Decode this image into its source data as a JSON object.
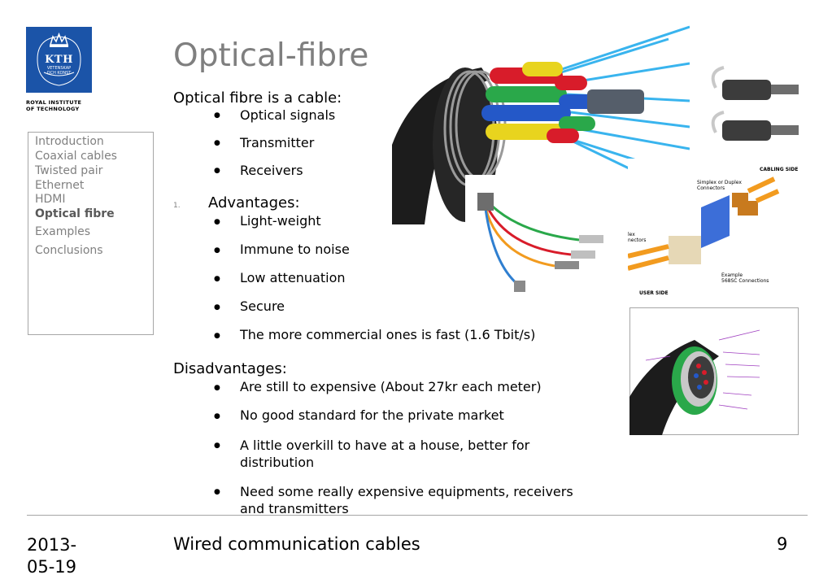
{
  "logo": {
    "text": "KTH",
    "subtext1": "VETENSKAP",
    "subtext2": "OCH KONST",
    "caption_line1": "ROYAL INSTITUTE",
    "caption_line2": "OF TECHNOLOGY"
  },
  "nav": {
    "items": [
      {
        "label": "Introduction"
      },
      {
        "label": "Coaxial cables"
      },
      {
        "label": "Twisted pair"
      },
      {
        "label": "Ethernet"
      },
      {
        "label": "HDMI"
      },
      {
        "label": "Optical fibre"
      },
      {
        "label": "Examples"
      },
      {
        "label": "Conclusions"
      }
    ]
  },
  "title": "Optical-fibre",
  "section1": {
    "heading": "Optical fibre is a cable:",
    "bullets": [
      "Optical signals",
      "Transmitter",
      "Receivers"
    ]
  },
  "section2": {
    "number": "1.",
    "heading": "Advantages:",
    "bullets": [
      "Light-weight",
      "Immune to noise",
      "Low attenuation",
      "Secure",
      "The more commercial ones is fast (1.6 Tbit/s)"
    ]
  },
  "section3": {
    "heading": "Disadvantages:",
    "bullets": [
      "Are still to expensive  (About 27kr each meter)",
      "No good standard for the private market",
      "A little overkill to have at a house, better for distribution",
      "Need some really expensive equipments, receivers and transmitters"
    ]
  },
  "images": {
    "connector_labels": {
      "cabling_side": "CABLING SIDE",
      "simplex_duplex_line1": "Simplex or Duplex",
      "simplex_duplex_line2": "Connectors",
      "duplex_fragment_line1": "lex",
      "duplex_fragment_line2": "nectors",
      "example_line1": "Example",
      "example_line2": "568SC Connections",
      "user_side": "USER SIDE"
    }
  },
  "footer": {
    "date_line1": "2013-",
    "date_line2": "05-19",
    "title": "Wired communication cables",
    "page": "9"
  },
  "colors": {
    "logo_blue": "#1b54a8",
    "title_gray": "#7f7f7f",
    "nav_gray": "#808080"
  }
}
